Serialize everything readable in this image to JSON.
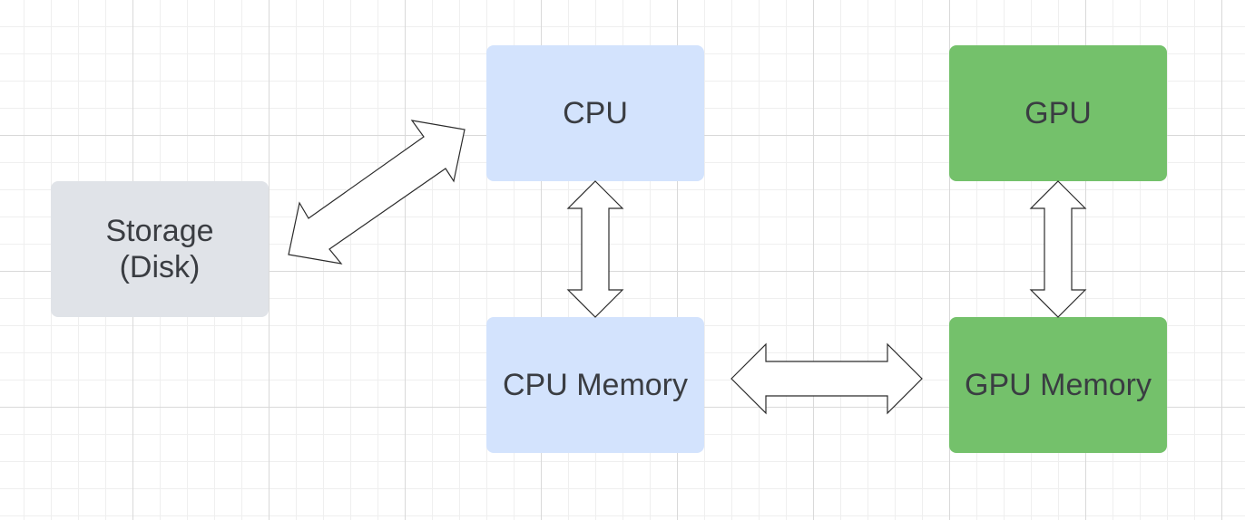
{
  "diagram": {
    "nodes": {
      "storage": {
        "label": "Storage\n(Disk)",
        "color": "#e0e3e8"
      },
      "cpu": {
        "label": "CPU",
        "color": "#d3e3fd"
      },
      "cpu_memory": {
        "label": "CPU Memory",
        "color": "#d3e3fd"
      },
      "gpu": {
        "label": "GPU",
        "color": "#74c16b"
      },
      "gpu_memory": {
        "label": "GPU Memory",
        "color": "#74c16b"
      }
    },
    "connections": [
      {
        "from": "storage",
        "to": "cpu",
        "type": "double-arrow"
      },
      {
        "from": "cpu",
        "to": "cpu_memory",
        "type": "double-arrow"
      },
      {
        "from": "cpu_memory",
        "to": "gpu_memory",
        "type": "double-arrow"
      },
      {
        "from": "gpu",
        "to": "gpu_memory",
        "type": "double-arrow"
      }
    ]
  }
}
